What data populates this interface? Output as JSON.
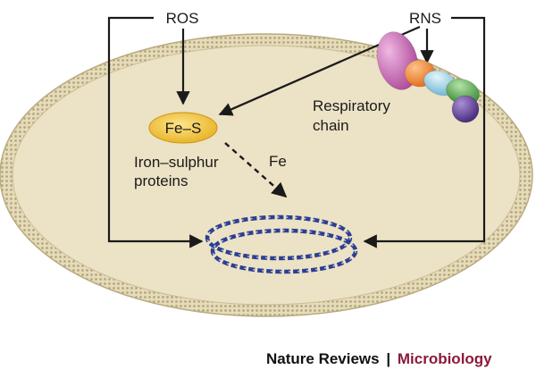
{
  "labels": {
    "ros": "ROS",
    "rns": "RNS",
    "fe_s": "Fe–S",
    "fe": "Fe",
    "iron_sulphur_line1": "Iron–sulphur",
    "iron_sulphur_line2": "proteins",
    "respiratory_line1": "Respiratory",
    "respiratory_line2": "chain"
  },
  "footer": {
    "journal": "Nature Reviews",
    "separator": "|",
    "section": "Microbiology"
  },
  "colors": {
    "cell_fill": "#ece2c5",
    "membrane": "#c9bc97",
    "fe_s_fill": "#f3c746",
    "dna_blue": "#2d3f8f",
    "dna_light": "#b9c4e6",
    "arrow": "#1a1a1a",
    "section_accent": "#8b1a3b",
    "chain_colors": [
      "#c96fb8",
      "#ee8a3b",
      "#9cd3e8",
      "#66b25e",
      "#6a4a9c"
    ]
  }
}
